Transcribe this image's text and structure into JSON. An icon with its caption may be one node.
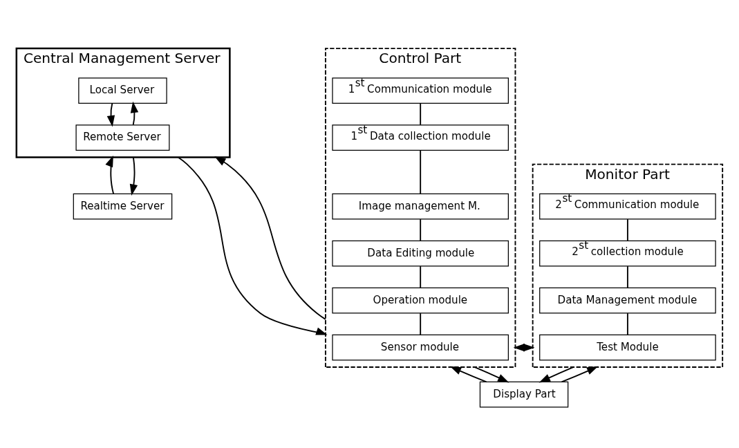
{
  "diagram": {
    "nodes": [
      {
        "text": [
          "Central Management Server"
        ]
      },
      {
        "text": [
          "Local Server"
        ],
        "in": 0
      },
      {
        "text": [
          "Remote Server"
        ],
        "in": 0
      },
      {
        "text": [
          "Realtime Server"
        ]
      },
      {
        "text": [
          "Control Part"
        ]
      },
      {
        "text": [
          "1$^{st}$ Communication module"
        ],
        "in": 4
      },
      {
        "text": [
          "1$^{st}$ Data collection module"
        ],
        "in": 4
      },
      {
        "text": [
          "Image management M."
        ],
        "in": 4
      },
      {
        "text": [
          "Data Editing module"
        ],
        "in": 4
      },
      {
        "text": [
          "Operation module"
        ],
        "in": 4
      },
      {
        "text": [
          "Sensor module"
        ],
        "in": 4
      },
      {
        "text": [
          "Monitor Part"
        ]
      },
      {
        "text": [
          "2$^{st}$ Communication module"
        ],
        "in": 11
      },
      {
        "text": [
          "2$^{st}$ collection module"
        ],
        "in": 11
      },
      {
        "text": [
          "Data Management module"
        ],
        "in": 11
      },
      {
        "text": [
          "Test Module"
        ],
        "in": 11
      },
      {
        "text": [
          "Display Part"
        ]
      }
    ],
    "edges": [
      {
        "from": 2,
        "to": 1,
        "arrow": "to"
      },
      {
        "from": 1,
        "to": 2,
        "arrow": "to"
      },
      {
        "from": 3,
        "to": 0,
        "arrow": "to"
      },
      {
        "from": 0,
        "to": 3,
        "arrow": "to"
      },
      {
        "from": 0,
        "to": 4,
        "arrow": "to"
      },
      {
        "from": 4,
        "to": 0,
        "arrow": "to"
      },
      {
        "from": 5,
        "to": 6,
        "arrow": "none"
      },
      {
        "from": 6,
        "to": 7,
        "arrow": "none"
      },
      {
        "from": 7,
        "to": 8,
        "arrow": "none"
      },
      {
        "from": 8,
        "to": 9,
        "arrow": "none"
      },
      {
        "from": 9,
        "to": 10,
        "arrow": "none"
      },
      {
        "from": 4,
        "to": 11,
        "arrow": "to"
      },
      {
        "from": 11,
        "to": 4,
        "arrow": "to"
      },
      {
        "from": 12,
        "to": 13,
        "arrow": "none"
      },
      {
        "from": 13,
        "to": 14,
        "arrow": "none"
      },
      {
        "from": 14,
        "to": 15,
        "arrow": "none"
      },
      {
        "from": 16,
        "to": 4,
        "arrow": "to"
      },
      {
        "from": 4,
        "to": 16,
        "arrow": "to"
      },
      {
        "from": 11,
        "to": 16,
        "arrow": "to"
      },
      {
        "from": 16,
        "to": 11,
        "arrow": "to"
      }
    ]
  }
}
